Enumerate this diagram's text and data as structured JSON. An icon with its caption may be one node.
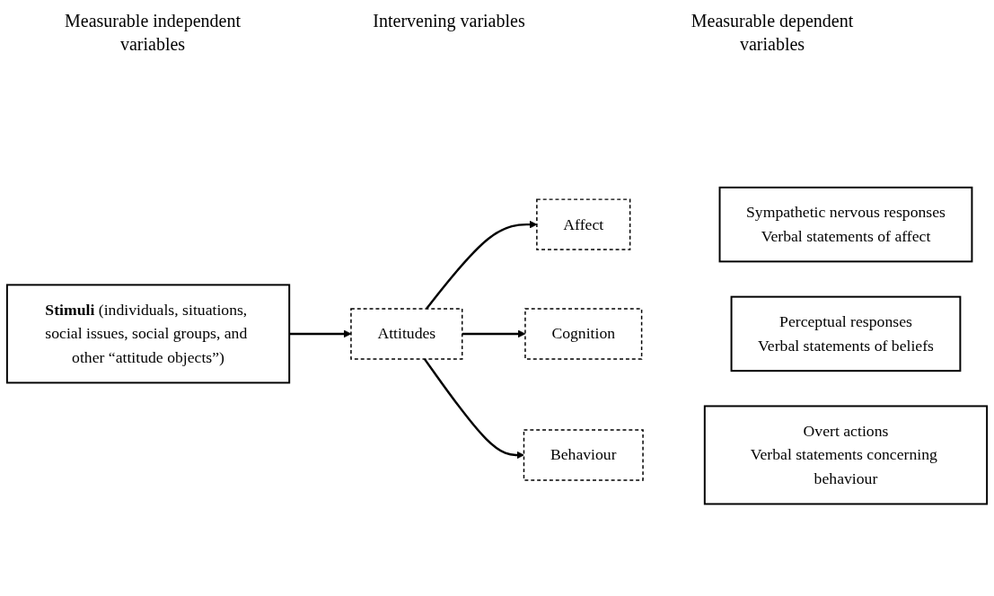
{
  "diagram": {
    "nodes": [
      {
        "text": [
          "**Stimuli** (individuals, situations, social issues, social groups, and other “attitude objects”)"
        ]
      },
      {
        "text": [
          "Attitudes"
        ]
      },
      {
        "text": [
          "Affect"
        ]
      },
      {
        "text": [
          "Cognition"
        ]
      },
      {
        "text": [
          "Behaviour"
        ]
      },
      {
        "text": [
          "Sympathetic nervous responses",
          "Verbal statements of affect"
        ]
      },
      {
        "text": [
          "Perceptual responses",
          "Verbal statements of beliefs"
        ]
      },
      {
        "text": [
          "Overt actions",
          "Verbal statements concerning behaviour"
        ]
      }
    ],
    "edges": [
      {
        "from": 0,
        "to": 1,
        "arrow": "to"
      },
      {
        "from": 1,
        "to": 2,
        "arrow": "to"
      },
      {
        "from": 1,
        "to": 3,
        "arrow": "to"
      },
      {
        "from": 1,
        "to": 4,
        "arrow": "to"
      }
    ],
    "labels": [
      "Measurable independent variables",
      "Intervening variables",
      "Measurable dependent variables"
    ]
  }
}
